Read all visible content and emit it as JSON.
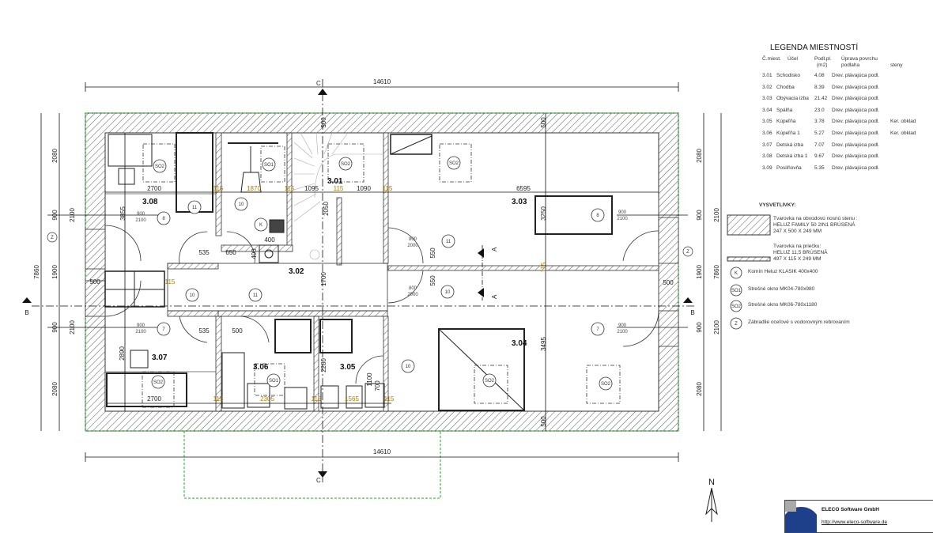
{
  "legend": {
    "title": "LEGENDA MIESTNOSTÍ",
    "headers": {
      "num": "Č.miest.",
      "use": "Účel",
      "area": "Podl.pl.",
      "area_unit": "(m2)",
      "finish": "Úprava povrchu",
      "floor": "podlaha",
      "walls": "steny"
    },
    "rows": [
      {
        "num": "3.01",
        "use": "Schodisko",
        "area": "4.08",
        "floor": "Drev. plávajúca podl.",
        "walls": ""
      },
      {
        "num": "3.02",
        "use": "Chodba",
        "area": "8.39",
        "floor": "Drev. plávajúca podl.",
        "walls": ""
      },
      {
        "num": "3.03",
        "use": "Obývacia izba",
        "area": "21.42",
        "floor": "Drev. plávajúca podl.",
        "walls": ""
      },
      {
        "num": "3.04",
        "use": "Spálňa",
        "area": "23.0",
        "floor": "Drev. plávajúca podl.",
        "walls": ""
      },
      {
        "num": "3.05",
        "use": "Kúpeľňa",
        "area": "3.78",
        "floor": "Drev. plávajúca podl.",
        "walls": "Ker. obklad"
      },
      {
        "num": "3.06",
        "use": "Kúpeľňa 1",
        "area": "5.27",
        "floor": "Drev. plávajúca podl.",
        "walls": "Ker. obklad"
      },
      {
        "num": "3.07",
        "use": "Detská izba",
        "area": "7.07",
        "floor": "Drev. plávajúca podl.",
        "walls": ""
      },
      {
        "num": "3.08",
        "use": "Detská izba 1",
        "area": "9.67",
        "floor": "Drev. plávajúca podl.",
        "walls": ""
      },
      {
        "num": "3.09",
        "use": "Posilňovňa",
        "area": "5.35",
        "floor": "Drev. plávajúca podl.",
        "walls": ""
      }
    ]
  },
  "explanations": {
    "title": "VYSVETLIVKY:",
    "wall_outer": [
      "Tvarovka na obvodovú nosnú stenu :",
      "HELUZ FAMILY 50 2IN1 BRÚSENÁ",
      "247 X 500 X 249 MM"
    ],
    "wall_inner": [
      "Tvarovka na priečku:",
      "HELUZ 11,5 BRÚSENÁ",
      "497 X 115 X 249 MM"
    ],
    "symbols": [
      {
        "code": "K",
        "text": "Komín Heluz KLASIK 400x400"
      },
      {
        "code": "SO1",
        "text": "Strešné okno MK04-780x980"
      },
      {
        "code": "SO2",
        "text": "Strešné okno MK06-780x1180"
      },
      {
        "code": "Z",
        "text": "Zábradlie oceľové s vodorovným rebrovaním"
      }
    ]
  },
  "rooms": {
    "r301": "3.01",
    "r302": "3.02",
    "r303": "3.03",
    "r304": "3.04",
    "r305": "3.05",
    "r306": "3.06",
    "r307": "3.07",
    "r308": "3.08"
  },
  "dims": {
    "overall_width": "14610",
    "overall_depth": "7860",
    "left_outer": [
      "2080",
      "900",
      "1900",
      "900",
      "2080"
    ],
    "left_inner": [
      "2100",
      "2100"
    ],
    "right_outer": [
      "2080",
      "900",
      "1900",
      "900",
      "2080"
    ],
    "right_inner": [
      "2100",
      "2100"
    ],
    "top_row": [
      "2700",
      "115",
      "1870",
      "115",
      "1095",
      "115",
      "1090",
      "115",
      "6595"
    ],
    "bottom_row": [
      "2700",
      "115",
      "2305",
      "115",
      "1565",
      "115"
    ],
    "misc": [
      "3855",
      "535",
      "650",
      "400",
      "400",
      "500",
      "535",
      "500",
      "2890",
      "2280",
      "3250",
      "3495",
      "550",
      "550",
      "1700",
      "500",
      "500",
      "1100",
      "700",
      "2050",
      "500",
      "500",
      "115",
      "115"
    ],
    "doors": [
      "900",
      "2100",
      "800",
      "2000"
    ]
  },
  "tags": {
    "so1": "SO1",
    "so2": "SO2",
    "k": "K",
    "d7": "7",
    "d8": "8",
    "d10": "10",
    "d11": "11",
    "z": "Z"
  },
  "sections": {
    "a": "A",
    "b": "B",
    "c": "C"
  },
  "north": "N",
  "titleblock": {
    "company": "ELECO Software GmbH",
    "url": "http://www.eleco-software.de"
  },
  "colors": {
    "wall": "#333333",
    "outline": "#22aa22",
    "dim_orange": "#b07a00",
    "logo": "#1e3f8a"
  }
}
